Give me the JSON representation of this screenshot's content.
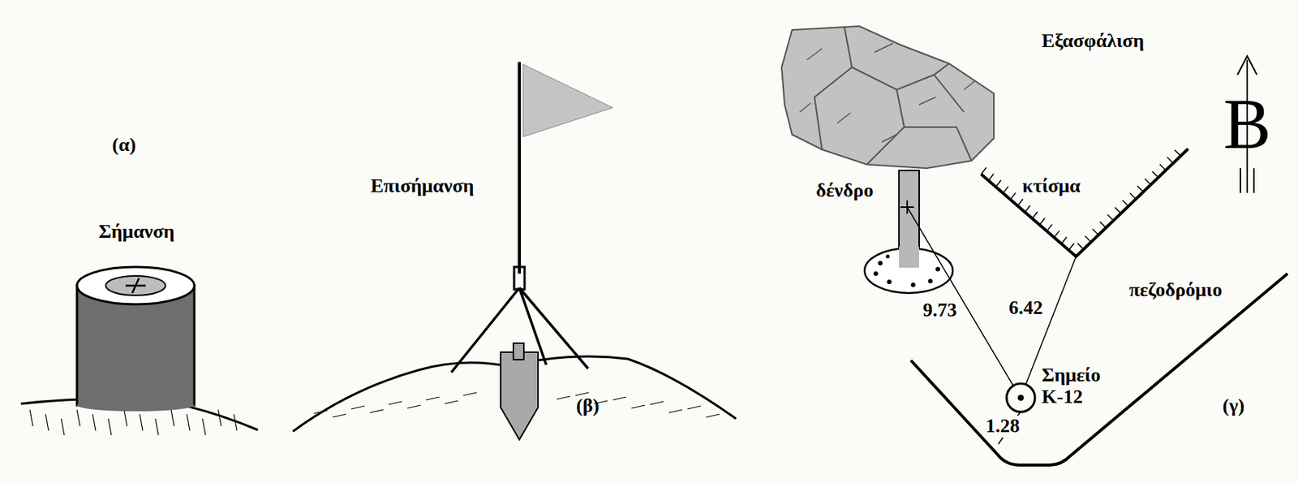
{
  "diagram": {
    "labels": [
      "(α)",
      "Σήμανση",
      "Επισήμανση",
      "(β)",
      "δένδρο",
      "Εξασφάλιση",
      "κτίσμα",
      "πεζοδρόμιο",
      "9.73",
      "6.42",
      "Σημείο Κ-12",
      "1.28",
      "(γ)",
      "Β"
    ]
  }
}
